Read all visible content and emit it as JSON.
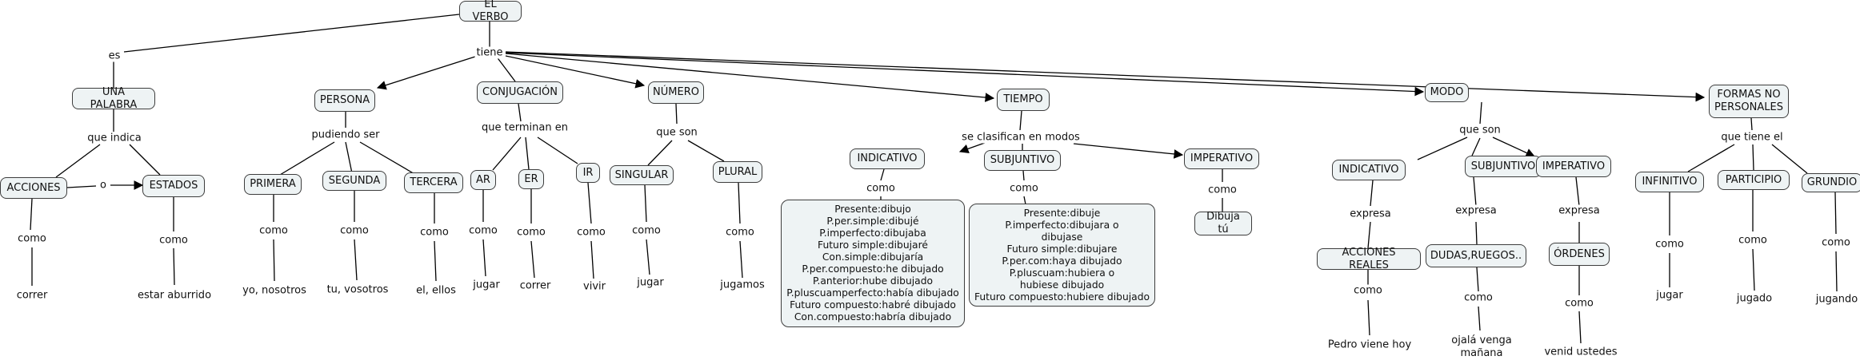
{
  "root": "EL VERBO",
  "links": {
    "es": "es",
    "tiene": "tiene",
    "que_indica": "que indica",
    "o": "o",
    "como": "como",
    "pudiendo_ser": "pudiendo ser",
    "que_terminan_en": "que terminan en",
    "que_son": "que son",
    "se_clasifican": "se clasifican en modos",
    "que_son_modo": "que son",
    "expresa": "expresa",
    "que_tiene_el": "que tiene el"
  },
  "nodes": {
    "una_palabra": "UNA PALABRA",
    "acciones": "ACCIONES",
    "estados": "ESTADOS",
    "persona": "PERSONA",
    "primera": "PRIMERA",
    "segunda": "SEGUNDA",
    "tercera": "TERCERA",
    "conjugacion": "CONJUGACIÓN",
    "ar": "AR",
    "er": "ER",
    "ir": "IR",
    "numero": "NÚMERO",
    "singular": "SINGULAR",
    "plural": "PLURAL",
    "tiempo": "TIEMPO",
    "t_indicativo": "INDICATIVO",
    "t_subjuntivo": "SUBJUNTIVO",
    "t_imperativo": "IMPERATIVO",
    "dibuja_tu": "Dibuja tú",
    "modo": "MODO",
    "m_indicativo": "INDICATIVO",
    "m_subjuntivo": "SUBJUNTIVO",
    "m_imperativo": "IMPERATIVO",
    "acciones_reales": "ACCIONES REALES",
    "dudas": "DUDAS,RUEGOS..",
    "ordenes": "ÓRDENES",
    "formas_line1": "FORMAS NO",
    "formas_line2": "PERSONALES",
    "infinitivo": "INFINITIVO",
    "participio": "PARTICIPIO",
    "grundio": "GRUNDIO"
  },
  "indicativo_tenses": [
    "Presente:dibujo",
    "P.per.simple:dibujé",
    "P.imperfecto:dibujaba",
    "Futuro simple:dibujaré",
    "Con.simple:dibujaría",
    "P.per.compuesto:he dibujado",
    "P.anterior:hube dibujado",
    "P.pluscuamperfecto:había dibujado",
    "Futuro compuesto:habré dibujado",
    "Con.compuesto:habría dibujado"
  ],
  "subjuntivo_tenses": [
    "Presente:dibuje",
    "P.imperfecto:dibujara o",
    "dibujase",
    "Futuro simple:dibujare",
    "P.per.com:haya dibujado",
    "P.pluscuam:hubiera o",
    "hubiese dibujado",
    "Futuro compuesto:hubiere dibujado"
  ],
  "examples": {
    "correr_1": "correr",
    "estar_aburrido": "estar aburrido",
    "yo_nosotros": "yo, nosotros",
    "tu_vosotros": "tu, vosotros",
    "el_ellos": "el, ellos",
    "jugar_ar": "jugar",
    "correr_er": "correr",
    "vivir_ir": "vivir",
    "jugar_singular": "jugar",
    "jugamos": "jugamos",
    "pedro": "Pedro viene hoy",
    "ojala_line1": "ojalá venga",
    "ojala_line2": "mañana",
    "venid": "venid ustedes",
    "jugar_inf": "jugar",
    "jugado": "jugado",
    "jugando": "jugando"
  }
}
